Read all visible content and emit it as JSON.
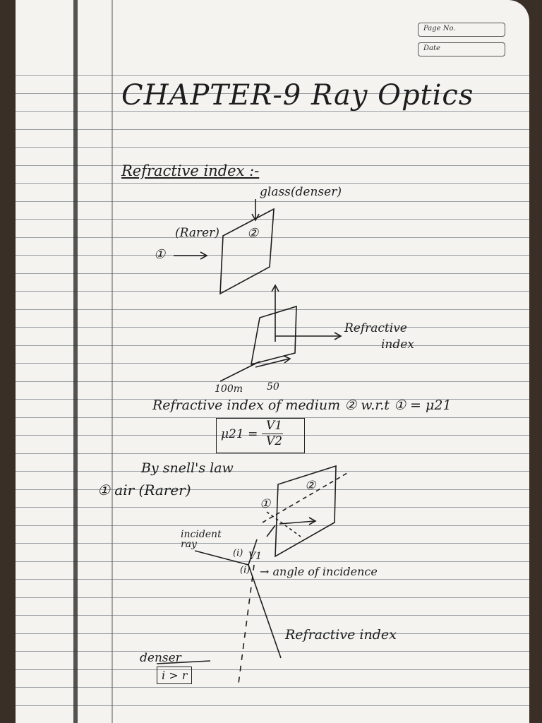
{
  "header": {
    "page_no_label": "Page No.",
    "date_label": "Date"
  },
  "title": "CHAPTER-9 Ray Optics",
  "section": "Refractive index :-",
  "diagram1": {
    "glass_label": "glass(denser)",
    "rarer_label": "(Rarer)",
    "num1": "①",
    "num2": "②"
  },
  "diagram2": {
    "arrow_label_line1": "Refractive",
    "arrow_label_line2": "index",
    "left_value": "100m",
    "right_value": "50"
  },
  "definition": "Refractive index of medium ② w.r.t ① = μ21",
  "formula": {
    "lhs": "μ21 =",
    "numerator": "V1",
    "denominator": "V2"
  },
  "snell": {
    "heading": "By snell's law",
    "medium1": "① air (Rarer)",
    "num1": "①",
    "num2": "②",
    "incident_ray": "incident ray",
    "v1": "V1",
    "i_mark": "(i)",
    "angle_label": "→ angle of incidence",
    "refractive_index": "Refractive index",
    "denser": "denser",
    "inequality": "i > r"
  }
}
